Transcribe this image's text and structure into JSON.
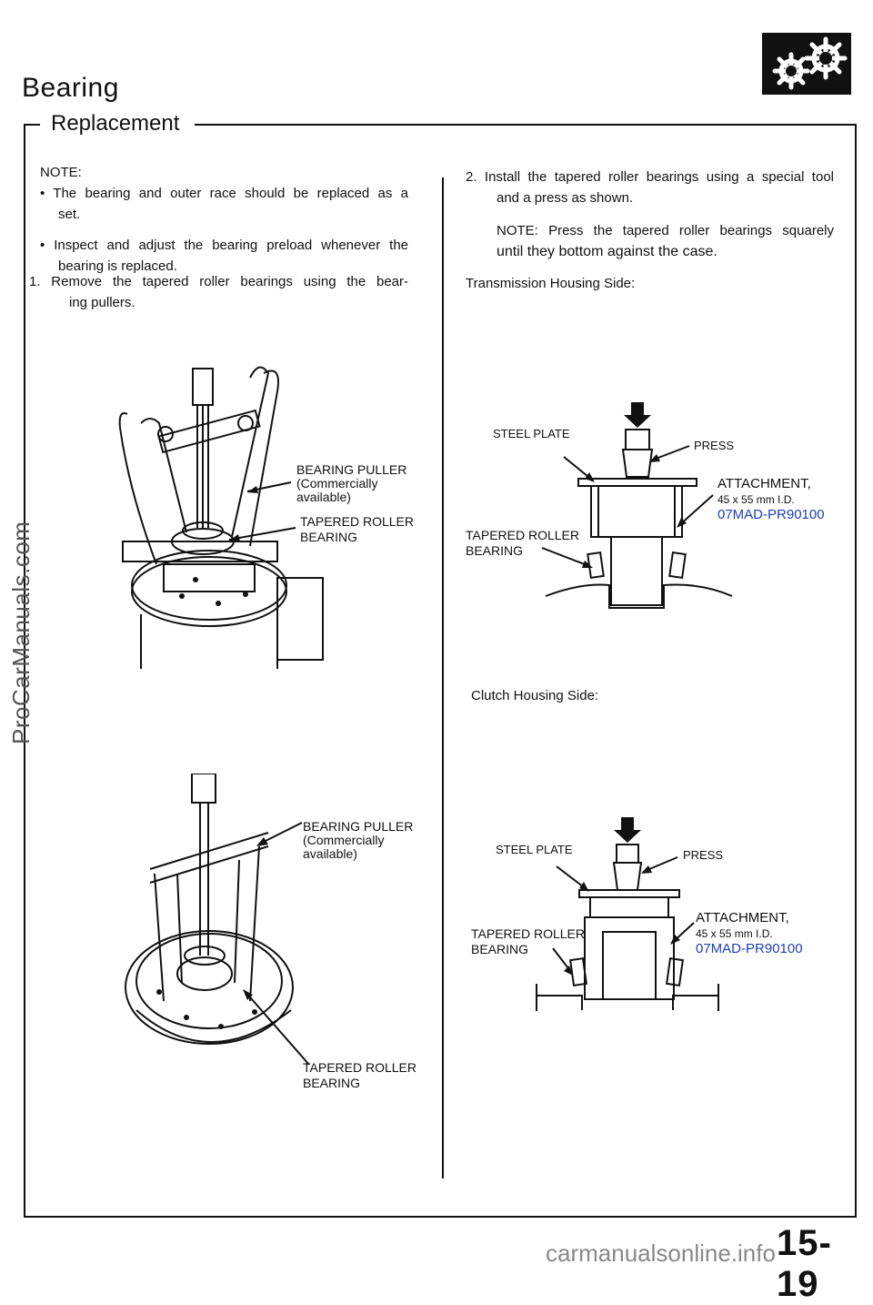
{
  "header": {
    "title": "Bearing",
    "subtitle": "Replacement",
    "gear_icon": "gears-icon"
  },
  "left": {
    "note_heading": "NOTE:",
    "note_1_line1": "• The bearing and outer race should be replaced as a",
    "note_1_line2": "set.",
    "note_2_line1": "• Inspect and adjust the bearing preload whenever the",
    "note_2_line2": "bearing is replaced.",
    "step1_line1": "1. Remove the tapered roller bearings using the bear-",
    "step1_line2": "ing pullers.",
    "fig1": {
      "puller_l1": "BEARING PULLER",
      "puller_l2": "(Commercially",
      "puller_l3": "available)",
      "bearing_l1": "TAPERED ROLLER",
      "bearing_l2": "BEARING"
    },
    "fig2": {
      "puller_l1": "BEARING PULLER",
      "puller_l2": "(Commercially",
      "puller_l3": "available)",
      "bearing_l1": "TAPERED ROLLER",
      "bearing_l2": "BEARING"
    }
  },
  "right": {
    "step2_line1": "2. Install the tapered roller bearings using a special tool",
    "step2_line2": "and a press as shown.",
    "note_line1": "NOTE: Press the tapered roller bearings squarely",
    "note_line2": "until they bottom against the case.",
    "trans_side": "Transmission Housing Side:",
    "clutch_side": "Clutch Housing Side:",
    "fig3": {
      "steel_plate": "STEEL PLATE",
      "press": "PRESS",
      "attachment": "ATTACHMENT,",
      "size": "45 x 55 mm I.D.",
      "part_no": "07MAD-PR90100",
      "bearing_l1": "TAPERED ROLLER",
      "bearing_l2": "BEARING"
    },
    "fig4": {
      "steel_plate": "STEEL PLATE",
      "press": "PRESS",
      "attachment": "ATTACHMENT,",
      "size": "45 x 55 mm I.D.",
      "part_no": "07MAD-PR90100",
      "bearing_l1": "TAPERED ROLLER",
      "bearing_l2": "BEARING"
    }
  },
  "watermark_side": "ProCarManuals.com",
  "page_number": "15-19",
  "watermark_footer": "carmanualsonline.info",
  "colors": {
    "part_number": "#1a3fb8"
  }
}
